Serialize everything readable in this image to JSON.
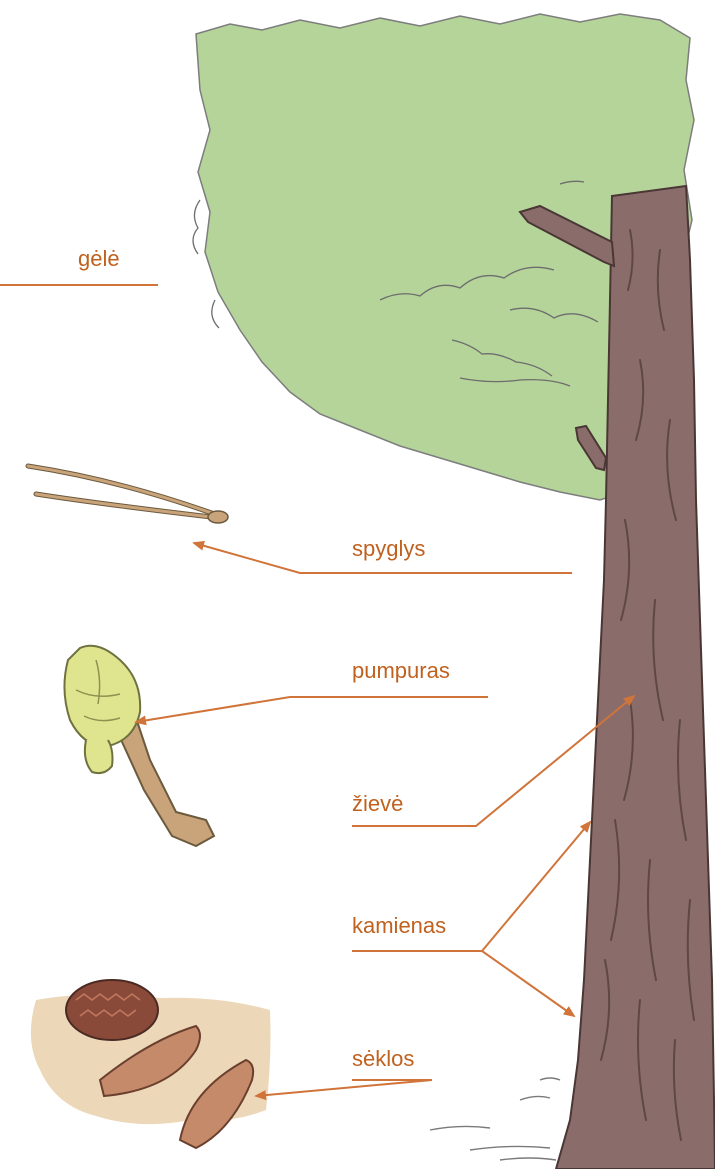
{
  "labels": {
    "gele": "gėlė",
    "spyglys": "spyglys",
    "pumpuras": "pumpuras",
    "zieve": "žievė",
    "kamienas": "kamienas",
    "seklos": "sėklos"
  },
  "colors": {
    "accent": "#d0743a",
    "label_text": "#c0611f",
    "foliage": "#b5d49a",
    "bark": "#8a6d6b",
    "bark_dark": "#5e4745",
    "ground": "#ecd8b8",
    "twig": "#c9a37a",
    "bud": "#dfe58f",
    "cone": "#8a4a3a"
  },
  "icons": {
    "tree": "pine-tree-illustration",
    "needle": "pine-needle-pair",
    "bud": "pine-bud-on-twig",
    "seeds": "pine-cone-and-seeds"
  }
}
